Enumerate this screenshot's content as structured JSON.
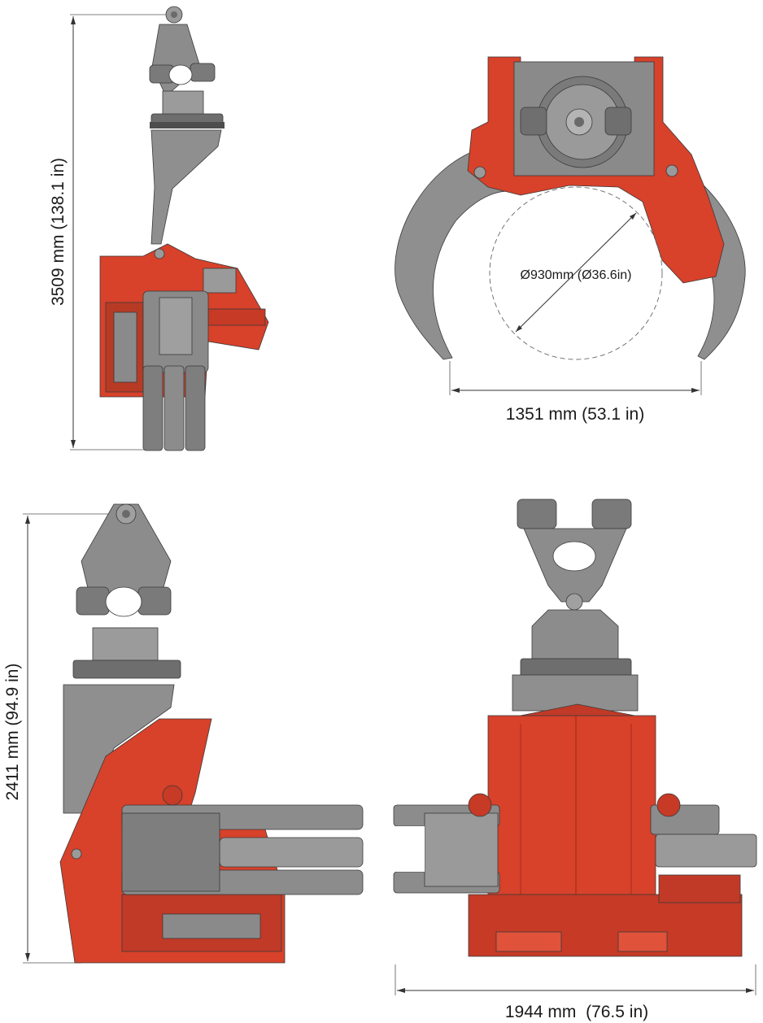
{
  "dimensions": {
    "height_side_view": "3509 mm (138.1 in)",
    "jaw_opening_diameter": "Ø930mm (Ø36.6in)",
    "jaw_width": "1351 mm (53.1 in)",
    "height_lower_view": "2411 mm (94.9 in)",
    "overall_width": "1944 mm  (76.5 in)"
  },
  "colors": {
    "body_red": "#d8412a",
    "body_red_dark": "#a82b1a",
    "steel_grey": "#8c8c8c",
    "steel_grey_dark": "#5e5e5e",
    "steel_grey_light": "#b4b4b4",
    "dimension_line": "#333333"
  },
  "views": [
    "side-view-extended",
    "top-view-open-jaws",
    "side-view-closed",
    "front-view"
  ]
}
